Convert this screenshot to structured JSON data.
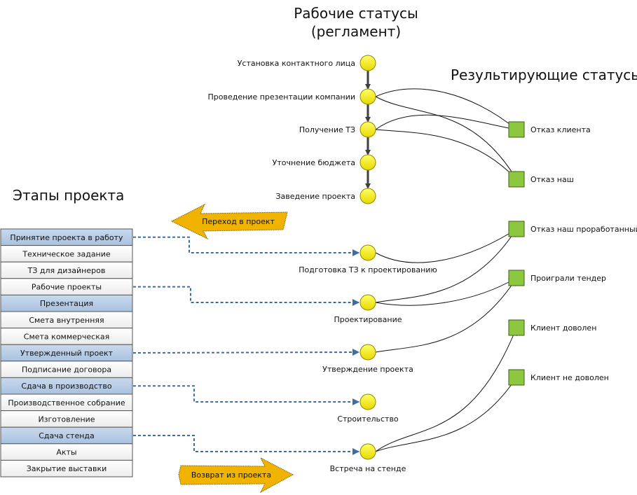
{
  "titles": {
    "work_statuses_line1": "Рабочие статусы",
    "work_statuses_line2": "(регламент)",
    "result_statuses": "Результирующие статусы",
    "project_stages": "Этапы проекта"
  },
  "colors": {
    "status_node": "#f2e600",
    "result_node": "#8dc63f",
    "stage_highlight": "#b8cce4",
    "dashed_link": "#3b6ea5",
    "callout": "#f0b400"
  },
  "pre_statuses": [
    "Установка контактного лица",
    "Проведение презентации компании",
    "Получение ТЗ",
    "Уточнение бюджета",
    "Заведение проекта"
  ],
  "project_statuses": [
    "Подготовка ТЗ к проектированию",
    "Проектирование",
    "Утверждение проекта",
    "Строительство",
    "Встреча на стенде"
  ],
  "result_statuses": [
    "Отказ клиента",
    "Отказ наш",
    "Отказ наш проработанный",
    "Проиграли тендер",
    "Клиент доволен",
    "Клиент не доволен"
  ],
  "stages": [
    {
      "label": "Принятие проекта в работу",
      "highlight": true
    },
    {
      "label": "Техническое задание",
      "highlight": false
    },
    {
      "label": "ТЗ для дизайнеров",
      "highlight": false
    },
    {
      "label": "Рабочие проекты",
      "highlight": false
    },
    {
      "label": "Презентация",
      "highlight": true
    },
    {
      "label": "Смета внутренняя",
      "highlight": false
    },
    {
      "label": "Смета коммерческая",
      "highlight": false
    },
    {
      "label": "Утвержденный проект",
      "highlight": true
    },
    {
      "label": "Подписание договора",
      "highlight": false
    },
    {
      "label": "Сдача в производство",
      "highlight": true
    },
    {
      "label": "Производственное собрание",
      "highlight": false
    },
    {
      "label": "Изготовление",
      "highlight": false
    },
    {
      "label": "Сдача стенда",
      "highlight": true
    },
    {
      "label": "Акты",
      "highlight": false
    },
    {
      "label": "Закрытие выставки",
      "highlight": false
    }
  ],
  "callouts": {
    "enter": "Переход в проект",
    "exit": "Возврат из проекта"
  }
}
